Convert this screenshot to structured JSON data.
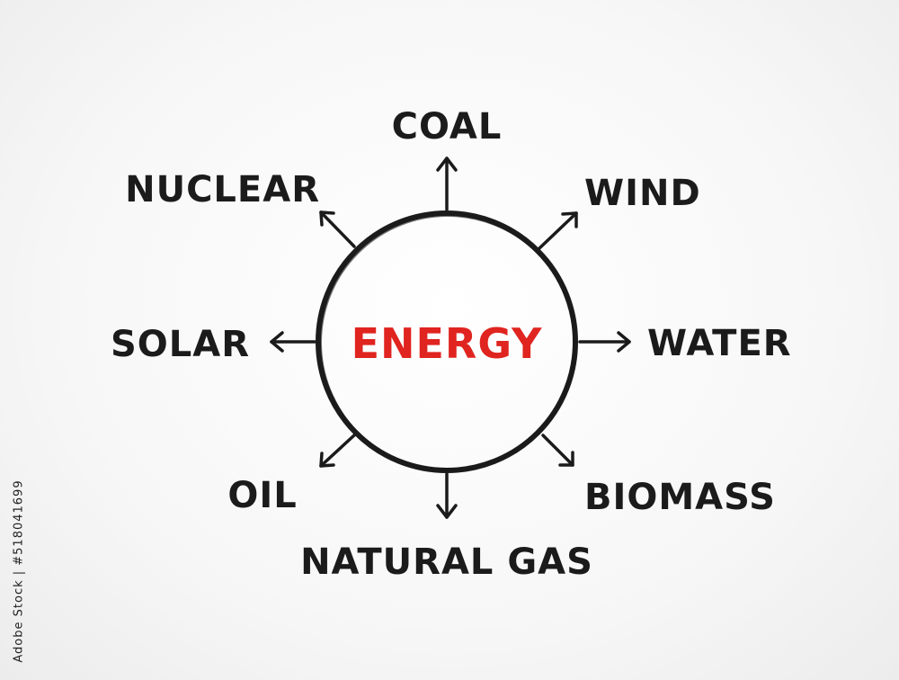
{
  "center": {
    "label": "ENERGY",
    "color": "#e0241f"
  },
  "branches": [
    {
      "id": "coal",
      "label": "COAL"
    },
    {
      "id": "wind",
      "label": "WIND"
    },
    {
      "id": "water",
      "label": "WATER"
    },
    {
      "id": "biomass",
      "label": "BIOMASS"
    },
    {
      "id": "natural-gas",
      "label": "NATURAL GAS"
    },
    {
      "id": "oil",
      "label": "OIL"
    },
    {
      "id": "solar",
      "label": "SOLAR"
    },
    {
      "id": "nuclear",
      "label": "NUCLEAR"
    }
  ],
  "stock_id": "Adobe Stock | #518041699",
  "ink_color": "#1b1b1b"
}
